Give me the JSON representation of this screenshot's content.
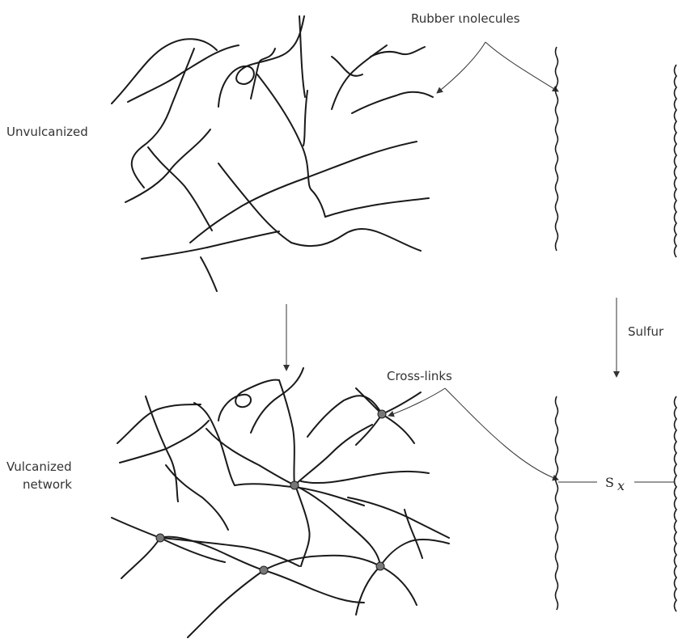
{
  "labels": {
    "rubber_molecules": "Rubber ιnolecules",
    "unvulcanized": "Unvulcanized",
    "sulfur": "Sulfur",
    "cross_links": "Cross-links",
    "vulcanized_line1": "Vulcanized",
    "vulcanized_line2": "network",
    "sx_main": "S",
    "sx_sub": "x"
  },
  "colors": {
    "line": "#1a1a1a",
    "crosslink_fill": "#777777",
    "text": "#333333"
  }
}
